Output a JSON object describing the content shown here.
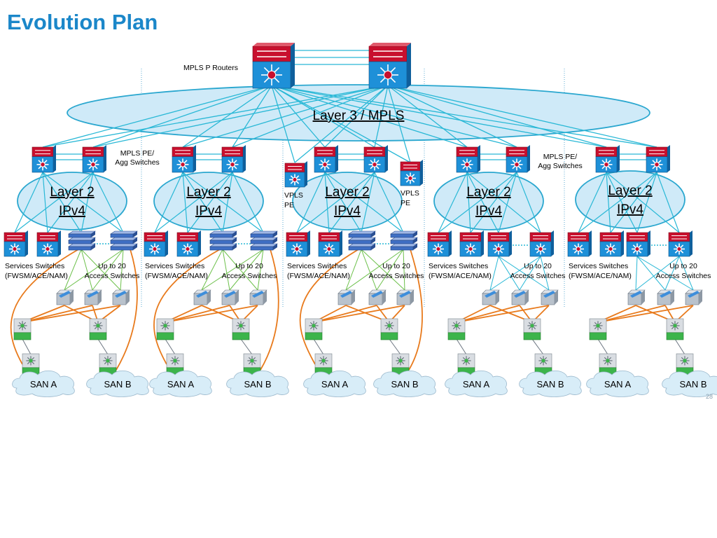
{
  "title": "Evolution Plan",
  "page_number": "28",
  "colors": {
    "title": "#1b87c9",
    "link_cyan": "#29b8d6",
    "san_link_orange": "#e87a1c",
    "access_link_green": "#6cc04a",
    "router_top_red": "#c8102e",
    "router_body_blue": "#1e90d8",
    "cloud_fill": "#d8edf8",
    "ellipse_fill": "#cfeaf8",
    "san_switch_green": "#3cb44b"
  },
  "labels": {
    "mpls_p_routers": "MPLS P Routers",
    "layer3": "Layer 3 / MPLS",
    "mpls_pe_agg_1": "MPLS PE/",
    "mpls_pe_agg_2": "Agg Switches",
    "vpls": "VPLS",
    "pe": "PE",
    "layer2": "Layer 2",
    "ipv4": "IPv4",
    "services_1": "Services Switches",
    "services_2": "(FWSM/ACE/NAM)",
    "upto_1": "Up to 20",
    "upto_2": "Access Switches",
    "san_a": "SAN A",
    "san_b": "SAN B"
  },
  "icons": {
    "core_router": "core-router-icon",
    "pe_router": "pe-router-icon",
    "multilayer_switch": "multilayer-switch-icon",
    "access_switch": "access-switch-icon",
    "san_switch": "san-switch-icon",
    "san_cloud": "san-cloud-icon"
  },
  "diagram": {
    "pod_count": 5,
    "pods_with_stacked_access": [
      0,
      1,
      2
    ],
    "vpls_pe_in_pod": 2
  }
}
